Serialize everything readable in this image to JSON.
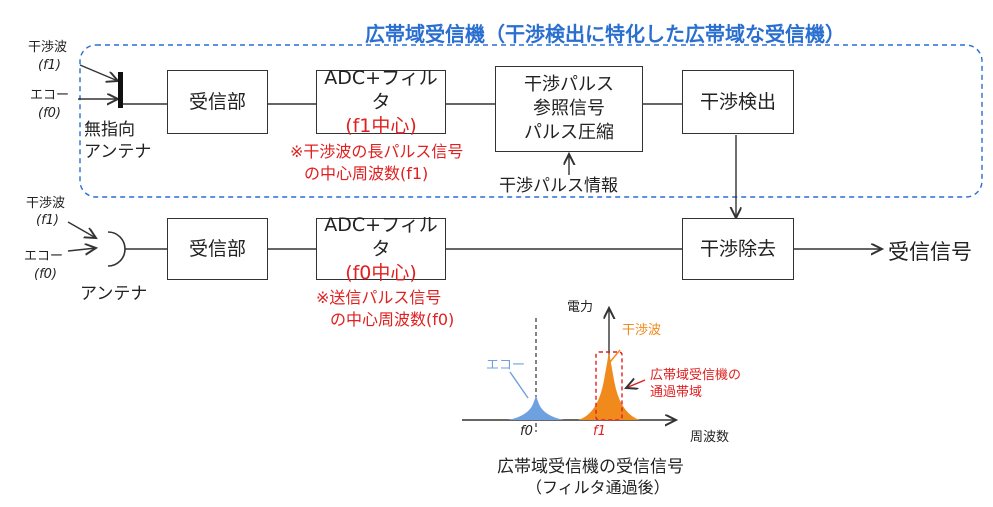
{
  "title": "広帯域受信機（干渉検出に特化した広帯域な受信機）",
  "top_row": {
    "interference_label": "干渉波",
    "interference_freq": "(f1)",
    "echo_label": "エコー",
    "echo_freq": "(f0)",
    "antenna_line1": "無指向",
    "antenna_line2": "アンテナ",
    "receiver": "受信部",
    "adc_line1": "ADC+フィルタ",
    "adc_line2": "(f1中心)",
    "ref_line1": "干渉パルス",
    "ref_line2": "参照信号",
    "ref_line3": "パルス圧縮",
    "detect": "干渉検出",
    "note_line1": "※干渉波の長パルス信号",
    "note_line2": "の中心周波数(f1)",
    "pulse_info": "干渉パルス情報"
  },
  "bottom_row": {
    "interference_label": "干渉波",
    "interference_freq": "(f1)",
    "echo_label": "エコー",
    "echo_freq": "(f0)",
    "antenna": "アンテナ",
    "receiver": "受信部",
    "adc_line1": "ADC+フィルタ",
    "adc_line2": "(f0中心)",
    "removal": "干渉除去",
    "output": "受信信号",
    "note_line1": "※送信パルス信号",
    "note_line2": "の中心周波数(f0)"
  },
  "spectrum": {
    "y_axis": "電力",
    "x_axis": "周波数",
    "interference": "干渉波",
    "echo": "エコー",
    "passband_line1": "広帯域受信機の",
    "passband_line2": "通過帯域",
    "f0": "f0",
    "f1": "f1",
    "caption_line1": "広帯域受信機の受信信号",
    "caption_line2": "（フィルタ通過後）"
  },
  "colors": {
    "accent_blue": "#2a6fd0",
    "red": "#e02020",
    "orange": "#f08a1c",
    "echo_blue": "#6fa0e0"
  }
}
